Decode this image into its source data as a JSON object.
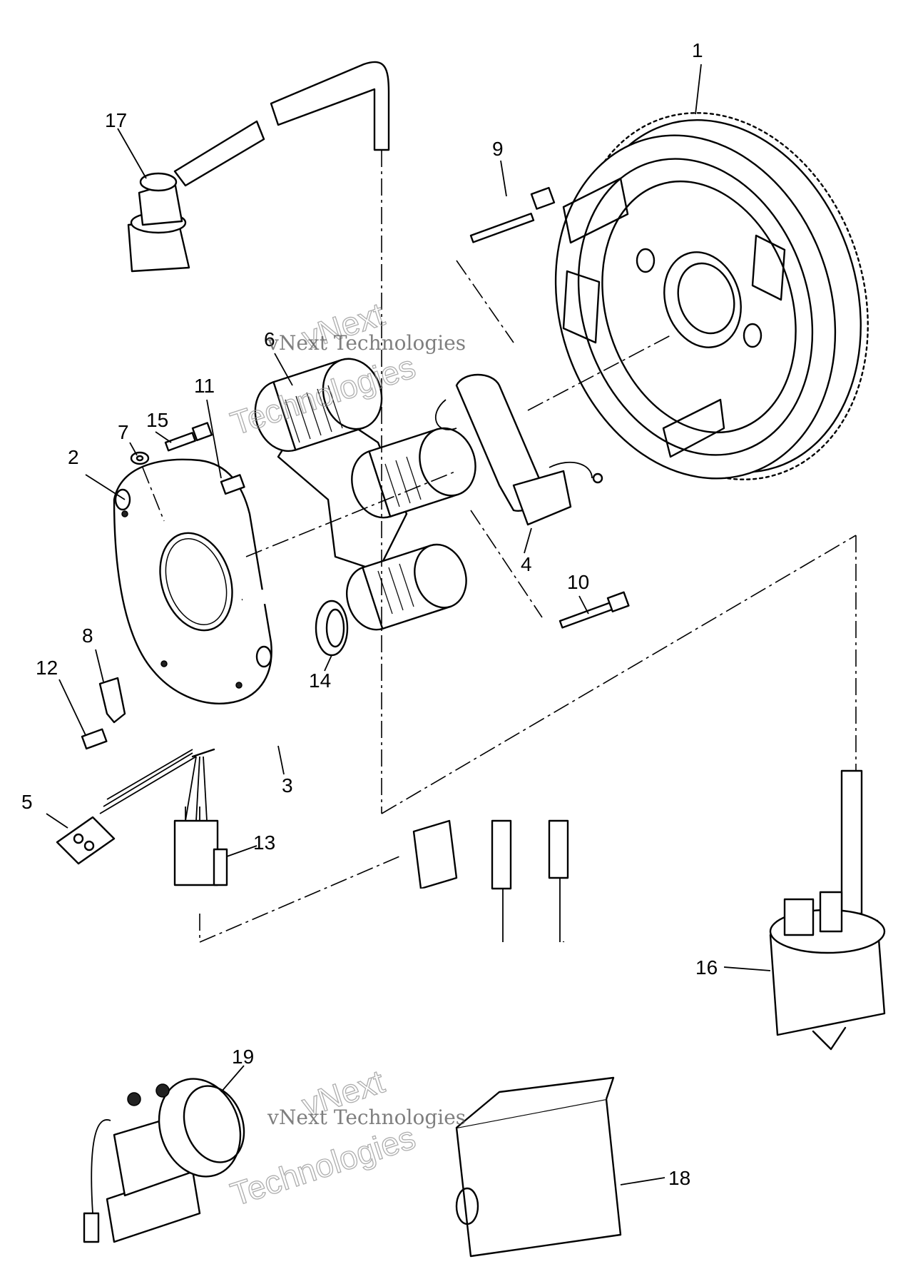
{
  "callouts": [
    {
      "id": "1",
      "label": "1"
    },
    {
      "id": "2",
      "label": "2"
    },
    {
      "id": "3",
      "label": "3"
    },
    {
      "id": "4",
      "label": "4"
    },
    {
      "id": "5",
      "label": "5"
    },
    {
      "id": "6",
      "label": "6"
    },
    {
      "id": "7",
      "label": "7"
    },
    {
      "id": "8",
      "label": "8"
    },
    {
      "id": "9",
      "label": "9"
    },
    {
      "id": "10",
      "label": "10"
    },
    {
      "id": "11",
      "label": "11"
    },
    {
      "id": "12",
      "label": "12"
    },
    {
      "id": "13",
      "label": "13"
    },
    {
      "id": "14",
      "label": "14"
    },
    {
      "id": "15",
      "label": "15"
    },
    {
      "id": "16",
      "label": "16"
    },
    {
      "id": "17",
      "label": "17"
    },
    {
      "id": "18",
      "label": "18"
    },
    {
      "id": "19",
      "label": "19"
    }
  ],
  "watermarks": {
    "serif_text": "vNext Technologies",
    "outline_line1": "vNext",
    "outline_line2": "Technologies"
  },
  "colors": {
    "line": "#000000",
    "background": "#ffffff",
    "watermark": "#999999"
  }
}
